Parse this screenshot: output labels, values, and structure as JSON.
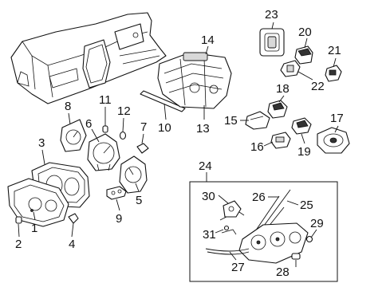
{
  "callouts": [
    {
      "id": "p1",
      "text": "1"
    },
    {
      "id": "p2",
      "text": "2"
    },
    {
      "id": "p3",
      "text": "3"
    },
    {
      "id": "p4",
      "text": "4"
    },
    {
      "id": "p5",
      "text": "5"
    },
    {
      "id": "p6",
      "text": "6"
    },
    {
      "id": "p7",
      "text": "7"
    },
    {
      "id": "p8",
      "text": "8"
    },
    {
      "id": "p9",
      "text": "9"
    },
    {
      "id": "p10",
      "text": "10"
    },
    {
      "id": "p11",
      "text": "11"
    },
    {
      "id": "p12",
      "text": "12"
    },
    {
      "id": "p13",
      "text": "13"
    },
    {
      "id": "p14",
      "text": "14"
    },
    {
      "id": "p15",
      "text": "15"
    },
    {
      "id": "p16",
      "text": "16"
    },
    {
      "id": "p17",
      "text": "17"
    },
    {
      "id": "p18",
      "text": "18"
    },
    {
      "id": "p19",
      "text": "19"
    },
    {
      "id": "p20",
      "text": "20"
    },
    {
      "id": "p21",
      "text": "21"
    },
    {
      "id": "p22",
      "text": "22"
    },
    {
      "id": "p23",
      "text": "23"
    },
    {
      "id": "p24",
      "text": "24"
    },
    {
      "id": "p25",
      "text": "25"
    },
    {
      "id": "p26",
      "text": "26"
    },
    {
      "id": "p27",
      "text": "27"
    },
    {
      "id": "p28",
      "text": "28"
    },
    {
      "id": "p29",
      "text": "29"
    },
    {
      "id": "p30",
      "text": "30"
    },
    {
      "id": "p31",
      "text": "31"
    }
  ]
}
